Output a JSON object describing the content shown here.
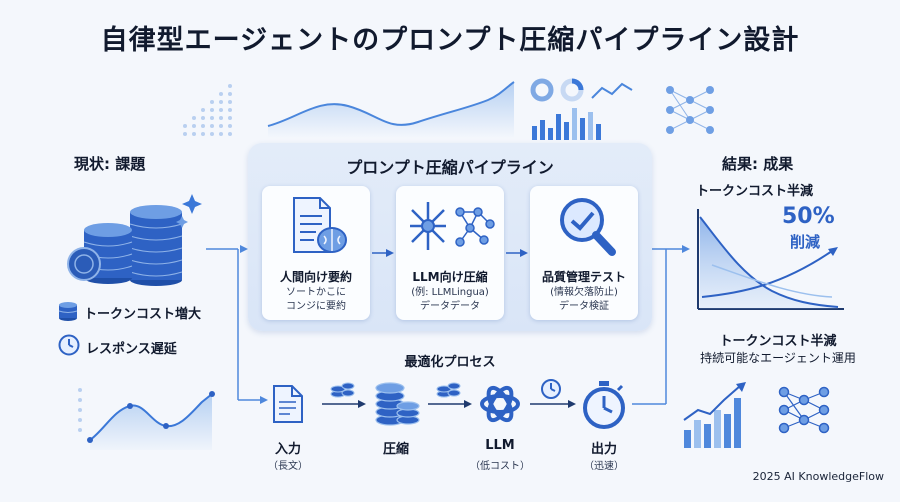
{
  "title": "自律型エージェントのプロンプト圧縮パイプライン設計",
  "left": {
    "heading": "現状: 課題",
    "issues": [
      "トークンコスト増大",
      "レスポンス遅延"
    ]
  },
  "pipeline": {
    "title": "プロンプト圧縮パイプライン",
    "steps": [
      {
        "title": "人間向け要約",
        "sub1": "ソートかこに",
        "sub2": "コンジに要約"
      },
      {
        "title": "LLM向け圧縮",
        "sub1": "(例: LLMLingua)",
        "sub2": "データデータ"
      },
      {
        "title": "品質管理テスト",
        "sub1": "(情報欠落防止)",
        "sub2": "データ検証"
      }
    ]
  },
  "process": {
    "title": "最適化プロセス",
    "steps": [
      {
        "title": "入力",
        "sub": "（長文）"
      },
      {
        "title": "圧縮",
        "sub": ""
      },
      {
        "title": "LLM",
        "sub": "（低コスト）"
      },
      {
        "title": "出力",
        "sub": "（迅速）"
      }
    ]
  },
  "right": {
    "heading": "結果: 成果",
    "subheading": "トークンコスト半減",
    "percent": "50%",
    "percent_label": "削減",
    "caption1": "トークンコスト半減",
    "caption2": "持続可能なエージェント運用"
  },
  "footer": "2025 AI KnowledgeFlow",
  "colors": {
    "accent": "#3b78d8",
    "light": "#9cc0ee",
    "panel": "#dde8f8"
  }
}
